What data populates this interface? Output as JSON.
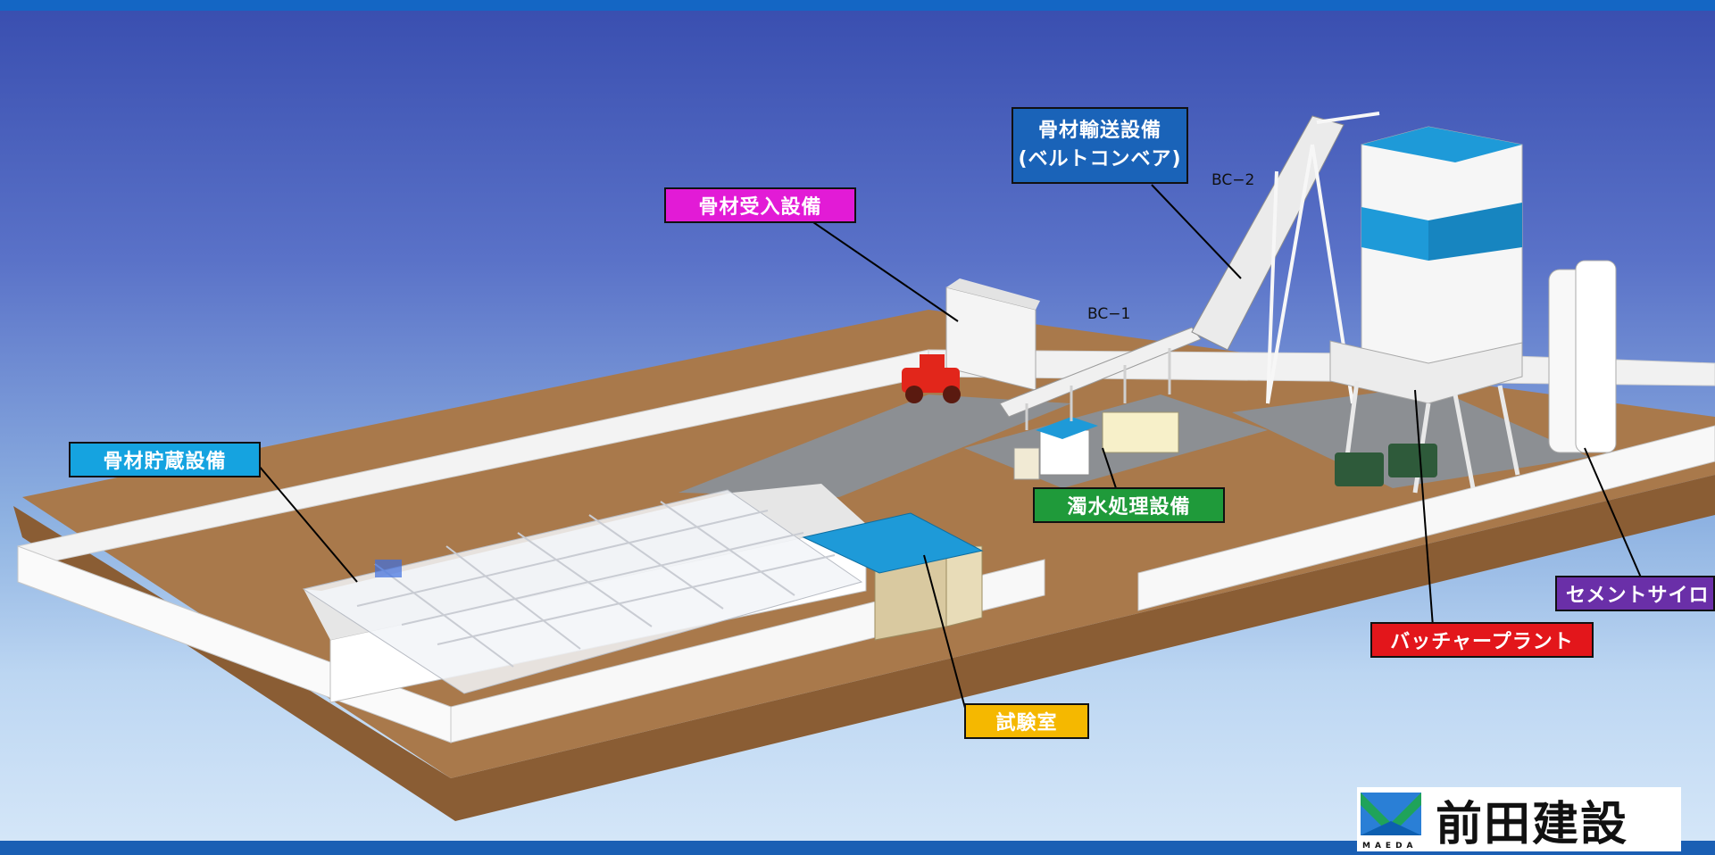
{
  "labels": {
    "aggregate_receiving": "骨材受入設備",
    "aggregate_transport_line1": "骨材輸送設備",
    "aggregate_transport_line2": "(ベルトコンベア)",
    "aggregate_storage": "骨材貯蔵設備",
    "turbid_water": "濁水処理設備",
    "test_room": "試験室",
    "batcher_plant": "バッチャープラント",
    "cement_silo": "セメントサイロ"
  },
  "conveyor_tags": {
    "bc1": "BC−1",
    "bc2": "BC−2"
  },
  "logo": {
    "name": "前田建設",
    "sub": "MAEDA"
  },
  "colors": {
    "receiving": "#e21bd6",
    "transport": "#1a63b8",
    "storage": "#15a3e0",
    "turbid_water": "#1f9a3a",
    "test_room": "#f5b800",
    "batcher_plant": "#e3161b",
    "cement_silo": "#6a2fa8",
    "ground": "#a9794b",
    "roof": "#1e9ad8"
  }
}
